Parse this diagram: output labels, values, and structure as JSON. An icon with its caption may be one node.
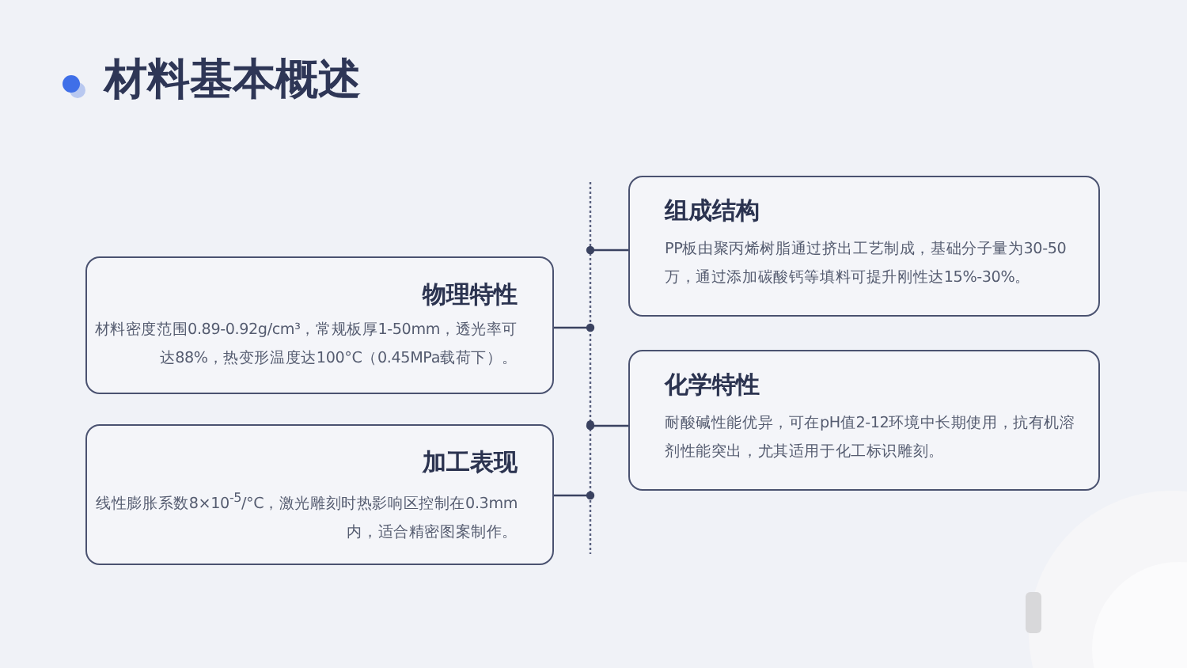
{
  "diagram": {
    "title": "材料基本概述",
    "nodes": [
      {
        "text": [
          "组成结构",
          "PP板由聚丙烯树脂通过挤出工艺制成，基础分子量为30-50万，通过添加碳酸钙等填料可提升刚性达15%-30%。"
        ]
      },
      {
        "text": [
          "物理特性",
          "材料密度范围0.89-0.92g/cm³，常规板厚1-50mm，透光率可达88%，热变形温度达100°C（0.45MPa载荷下）。"
        ]
      },
      {
        "text": [
          "化学特性",
          "耐酸碱性能优异，可在pH值2-12环境中长期使用，抗有机溶剂性能突出，尤其适用于化工标识雕刻。"
        ]
      },
      {
        "text": [
          "加工表现",
          "线性膨胀系数8×10$^{-5}$/°C，激光雕刻时热影响区控制在0.3mm内，适合精密图案制作。"
        ]
      },
      {
        "text": [],
        "shape": "line"
      }
    ],
    "edges": [
      {
        "from": 0,
        "to": 4,
        "arrow": "other"
      },
      {
        "from": 1,
        "to": 4,
        "arrow": "other"
      },
      {
        "from": 2,
        "to": 4,
        "arrow": "other"
      },
      {
        "from": 3,
        "to": 4,
        "arrow": "other"
      }
    ]
  }
}
